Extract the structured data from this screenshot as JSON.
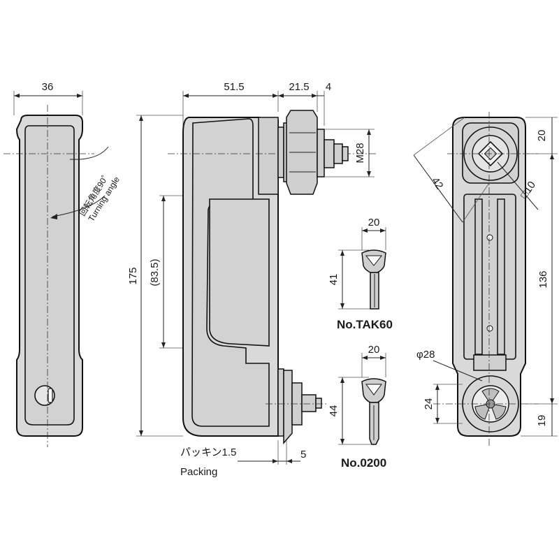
{
  "dimensions": {
    "front_width": "36",
    "side_body": "51.5",
    "side_boss": "21.5",
    "side_thread_len": "4",
    "thread": "M28",
    "height_total": "175",
    "grip_opening": "(83.5)",
    "packing_thickness": "5",
    "rear_top": "20",
    "rear_diag": "42",
    "rear_square": "□10",
    "rear_length": "136",
    "rear_dia": "φ28",
    "rear_24": "24",
    "rear_19": "19",
    "key1_width": "20",
    "key1_height": "41",
    "key2_width": "20",
    "key2_height": "44"
  },
  "labels": {
    "turning_jp": "回転角度90˚",
    "turning_en": "Turning angle",
    "packing_jp": "パッキン1.5",
    "packing_en": "Packing",
    "key1_name": "No.TAK60",
    "key2_name": "No.0200"
  }
}
